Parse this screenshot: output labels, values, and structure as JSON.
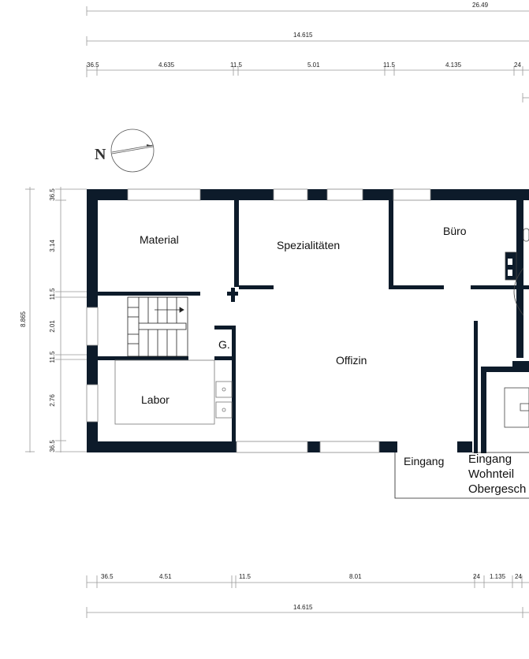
{
  "compass": {
    "label": "N"
  },
  "top_dimensions": {
    "overall": "26.49",
    "building": "14.615",
    "segments": [
      "36.5",
      "4.635",
      "11.5",
      "5.01",
      "11.5",
      "4.135",
      "24"
    ]
  },
  "bottom_dimensions": {
    "segments": [
      "36.5",
      "4.51",
      "11.5",
      "8.01",
      "24",
      "1.135",
      "24"
    ],
    "building": "14.615"
  },
  "left_dimensions": {
    "overall": "8.865",
    "segments": [
      "36.5",
      "3.14",
      "11.5",
      "2.01",
      "11.5",
      "2.76",
      "36.5"
    ]
  },
  "rooms": {
    "material": "Material",
    "spezialitaeten": "Spezialitäten",
    "buero": "Büro",
    "offizin": "Offizin",
    "labor": "Labor",
    "garderobe": "G.",
    "eingang": "Eingang",
    "eingang_wohnteil": [
      "Eingang",
      "Wohnteil",
      "Obergesch"
    ]
  }
}
